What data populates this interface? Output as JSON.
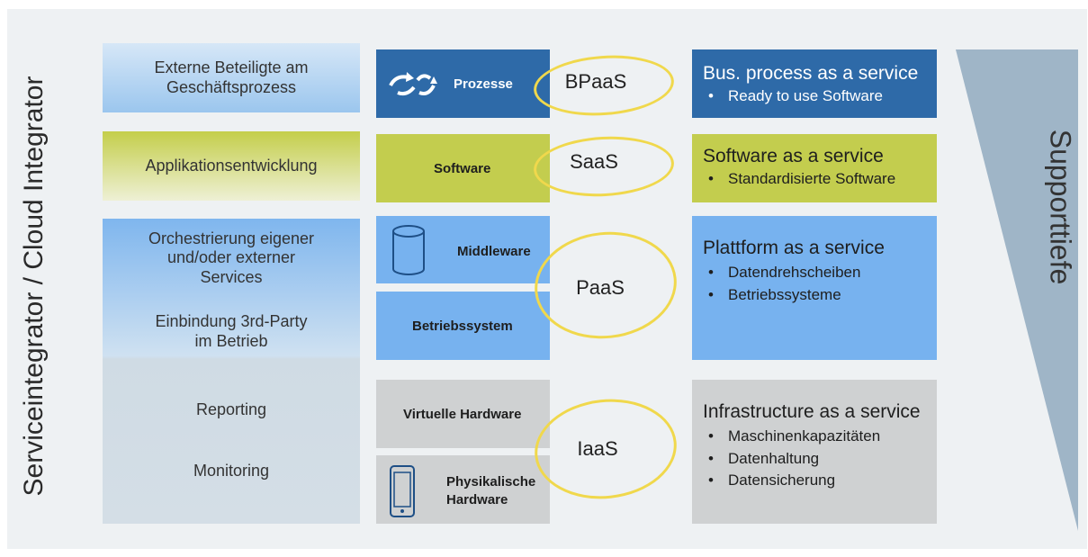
{
  "side_label": "Serviceintegrator / Cloud Integrator",
  "left_column": {
    "external": {
      "line1": "Externe Beteiligte am",
      "line2": "Geschäftsprozess"
    },
    "appdev": "Applikationsentwicklung",
    "orchestration": {
      "line1": "Orchestrierung eigener",
      "line2": "und/oder externer",
      "line3": "Services"
    },
    "integration": {
      "line1": "Einbindung 3rd-Party",
      "line2": "im Betrieb"
    },
    "reporting": "Reporting",
    "monitoring": "Monitoring"
  },
  "layers": {
    "prozesse": "Prozesse",
    "software": "Software",
    "middleware": "Middleware",
    "betriebssystem": "Betriebssystem",
    "virtuelle_hardware": "Virtuelle Hardware",
    "physikalische_hardware": {
      "line1": "Physikalische",
      "line2": "Hardware"
    }
  },
  "services": {
    "bpaas": "BPaaS",
    "saas": "SaaS",
    "paas": "PaaS",
    "iaas": "IaaS"
  },
  "descriptions": {
    "bpaas": {
      "title": "Bus. process as a service",
      "items": [
        "Ready to use Software"
      ]
    },
    "saas": {
      "title": "Software as a service",
      "items": [
        "Standardisierte Software"
      ]
    },
    "paas": {
      "title": "Plattform as a service",
      "items": [
        "Datendrehscheiben",
        "Betriebssysteme"
      ]
    },
    "iaas": {
      "title": "Infrastructure as a service",
      "items": [
        "Maschinenkapazitäten",
        "Datenhaltung",
        "Datensicherung"
      ]
    }
  },
  "support_label": "Supporttiefe",
  "colors": {
    "dark_blue": "#2e6aa8",
    "olive": "#c3cd4e",
    "light_blue": "#77b2ef",
    "grey": "#cfd1d2",
    "highlight_ring": "#f0d84c"
  },
  "icons": {
    "prozesse": "cycle-arrows-icon",
    "middleware": "database-cylinder-icon",
    "hardware": "smartphone-icon"
  }
}
